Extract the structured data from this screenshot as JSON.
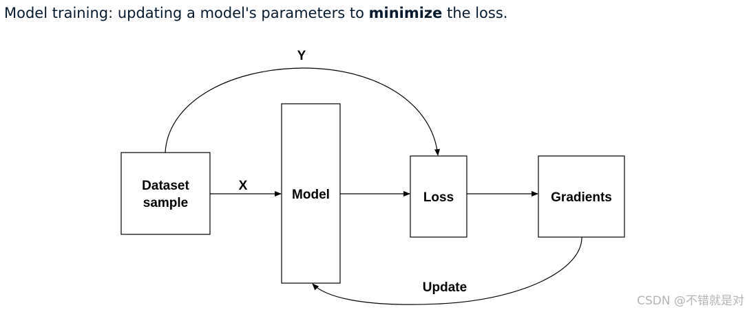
{
  "caption": {
    "prefix": "Model training: updating a model's parameters to ",
    "emphasis": "minimize",
    "suffix": " the loss."
  },
  "nodes": {
    "dataset_line1": "Dataset",
    "dataset_line2": "sample",
    "model": "Model",
    "loss": "Loss",
    "gradients": "Gradients"
  },
  "edges": {
    "x": "X",
    "y": "Y",
    "update": "Update"
  },
  "watermark": "CSDN @不错就是对"
}
